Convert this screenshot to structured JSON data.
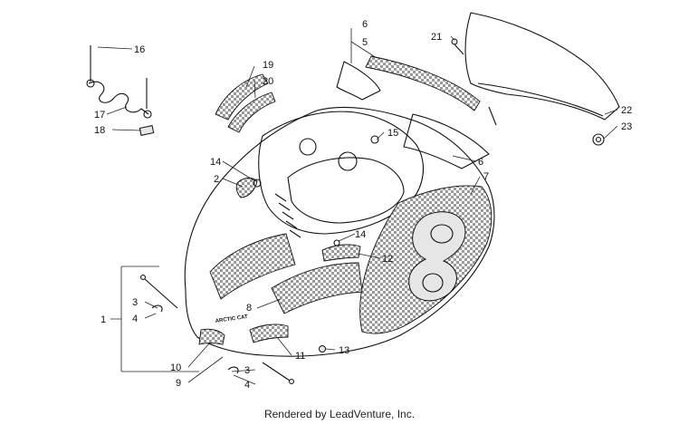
{
  "footer": {
    "credit": "Rendered by LeadVenture, Inc."
  },
  "decal_text": {
    "brand": "ARCTIC CAT"
  },
  "callouts": {
    "c1": "1",
    "c2": "2",
    "c3a": "3",
    "c3b": "3",
    "c4a": "4",
    "c4b": "4",
    "c5": "5",
    "c6a": "6",
    "c6b": "6",
    "c7": "7",
    "c8": "8",
    "c9": "9",
    "c10": "10",
    "c11": "11",
    "c12": "12",
    "c13": "13",
    "c14a": "14",
    "c14b": "14",
    "c15": "15",
    "c16": "16",
    "c17": "17",
    "c18": "18",
    "c19": "19",
    "c20": "20",
    "c21": "21",
    "c22": "22",
    "c23": "23"
  }
}
